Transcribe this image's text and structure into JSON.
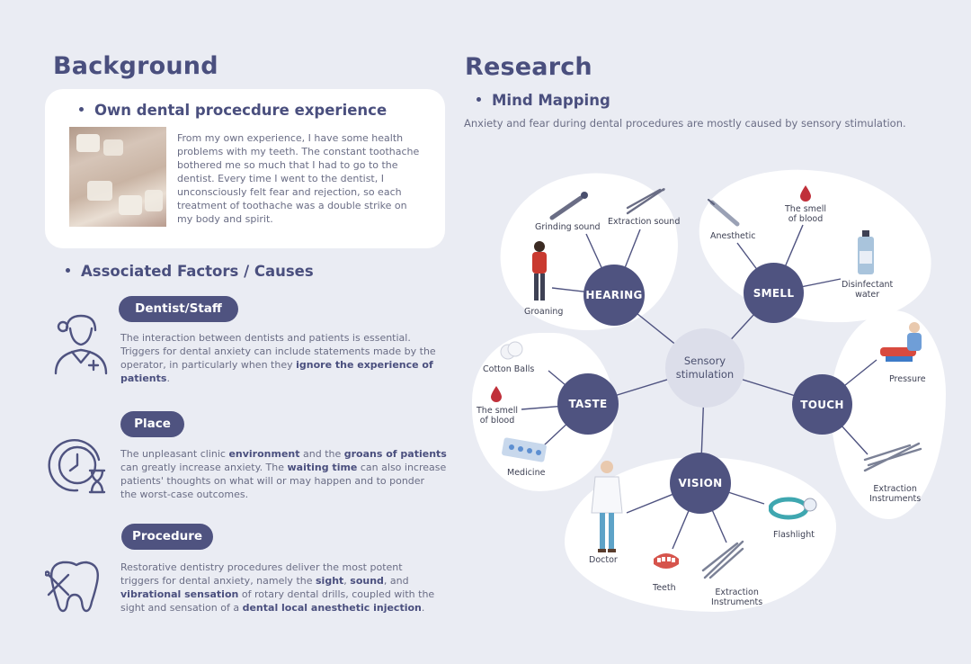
{
  "background": {
    "title": "Background",
    "own_experience": {
      "heading": "Own dental procecdure experience",
      "lines": [
        "From my own experience, I have some health",
        "problems with my teeth. The constant toothache",
        "bothered me so much that I had to go to the",
        "dentist. Every time I went to the dentist, I",
        "unconsciously felt fear and rejection, so each",
        "treatment of toothache was a double strike on",
        "my body and spirit."
      ]
    },
    "factors_heading": "Associated Factors / Causes",
    "factors": [
      {
        "label": "Dentist/Staff",
        "icon": "dentist-icon",
        "lines": [
          [
            {
              "t": "The interaction between dentists and patients is essential."
            }
          ],
          [
            {
              "t": "Triggers for dental anxiety can include statements made by the"
            }
          ],
          [
            {
              "t": "operator, in   particularly when they "
            },
            {
              "t": "ignore the experience of",
              "b": true
            }
          ],
          [
            {
              "t": "patients",
              "b": true
            },
            {
              "t": "."
            }
          ]
        ]
      },
      {
        "label": "Place",
        "icon": "clock-hourglass-icon",
        "lines": [
          [
            {
              "t": "The unpleasant clinic "
            },
            {
              "t": "environment",
              "b": true
            },
            {
              "t": " and the "
            },
            {
              "t": "groans of patients",
              "b": true
            }
          ],
          [
            {
              "t": "can greatly increase anxiety. The "
            },
            {
              "t": "waiting time",
              "b": true
            },
            {
              "t": " can also increase"
            }
          ],
          [
            {
              "t": "patients' thoughts on what will or may happen and to ponder"
            }
          ],
          [
            {
              "t": "the worst-case outcomes."
            }
          ]
        ]
      },
      {
        "label": "Procedure",
        "icon": "tooth-tools-icon",
        "lines": [
          [
            {
              "t": "Restorative dentistry procedures deliver the most potent"
            }
          ],
          [
            {
              "t": "triggers for dental anxiety, namely the "
            },
            {
              "t": "sight",
              "b": true
            },
            {
              "t": ", "
            },
            {
              "t": "sound",
              "b": true
            },
            {
              "t": ", and"
            }
          ],
          [
            {
              "t": "vibrational sensation",
              "b": true
            },
            {
              "t": " of rotary dental drills, coupled with the"
            }
          ],
          [
            {
              "t": "sight and sensation of a "
            },
            {
              "t": "dental local anesthetic injection",
              "b": true
            },
            {
              "t": "."
            }
          ]
        ]
      }
    ]
  },
  "research": {
    "title": "Research",
    "subheading": "Mind Mapping",
    "caption": "Anxiety and fear during dental procedures are mostly caused by sensory stimulation.",
    "center": [
      "Sensory",
      "stimulation"
    ],
    "nodes": [
      {
        "id": "hearing",
        "label": "HEARING",
        "items": [
          [
            "Grinding sound"
          ],
          [
            "Extraction sound"
          ],
          [
            "Groaning"
          ]
        ]
      },
      {
        "id": "smell",
        "label": "SMELL",
        "items": [
          [
            "Anesthetic"
          ],
          [
            "The smell",
            "of blood"
          ],
          [
            "Disinfectant",
            "water"
          ]
        ]
      },
      {
        "id": "taste",
        "label": "TASTE",
        "items": [
          [
            "Cotton Balls"
          ],
          [
            "The smell",
            "of blood"
          ],
          [
            "Medicine"
          ]
        ]
      },
      {
        "id": "touch",
        "label": "TOUCH",
        "items": [
          [
            "Pressure"
          ],
          [
            "Extraction",
            "Instruments"
          ]
        ]
      },
      {
        "id": "vision",
        "label": "VISION",
        "items": [
          [
            "Doctor"
          ],
          [
            "Teeth"
          ],
          [
            "Extraction",
            "Instruments"
          ],
          [
            "Flashlight"
          ]
        ]
      }
    ]
  },
  "colors": {
    "accent": "#4f5380",
    "background": "#eaecf3",
    "card": "#ffffff",
    "blood": "#c0303a"
  }
}
